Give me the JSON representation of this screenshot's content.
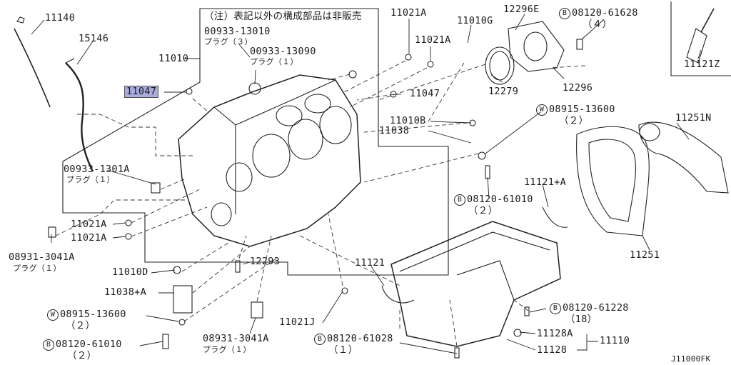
{
  "diagram_id": "J11000FK",
  "note_jp": "（注）表記以外の構成部品は非販売",
  "callouts": [
    {
      "id": "c11140",
      "part": "11140"
    },
    {
      "id": "c15146",
      "part": "15146"
    },
    {
      "id": "c11010",
      "part": "11010"
    },
    {
      "id": "c11047a",
      "part": "11047",
      "highlighted": true
    },
    {
      "id": "c093013010",
      "part": "00933-13010",
      "desc": "プラグ（３）"
    },
    {
      "id": "c093013090",
      "part": "00933-13090",
      "desc": "プラグ（１）"
    },
    {
      "id": "c11021a1",
      "part": "11021A"
    },
    {
      "id": "c11021a2",
      "part": "11021A"
    },
    {
      "id": "c11010g",
      "part": "11010G"
    },
    {
      "id": "c12296e",
      "part": "12296E"
    },
    {
      "id": "c0812061628",
      "part": "08120-61628",
      "prefix": "B",
      "qty": "（４）"
    },
    {
      "id": "c11121z",
      "part": "11121Z"
    },
    {
      "id": "c11047b",
      "part": "11047"
    },
    {
      "id": "c12279",
      "part": "12279"
    },
    {
      "id": "c12296",
      "part": "12296"
    },
    {
      "id": "c11010b",
      "part": "11010B"
    },
    {
      "id": "c11038",
      "part": "11038"
    },
    {
      "id": "c0891513600a",
      "part": "08915-13600",
      "prefix": "W",
      "qty": "（２）"
    },
    {
      "id": "c11251n",
      "part": "11251N"
    },
    {
      "id": "c0093313010a",
      "part": "00933-1301A",
      "desc": "プラグ（１）"
    },
    {
      "id": "c11121a",
      "part": "11121+A"
    },
    {
      "id": "c0812061010a",
      "part": "08120-61010",
      "prefix": "B",
      "qty": "（２）"
    },
    {
      "id": "c11021a3",
      "part": "11021A"
    },
    {
      "id": "c11021a4",
      "part": "11021A"
    },
    {
      "id": "c089313041a1",
      "part": "08931-3041A",
      "desc": "プラグ（１）"
    },
    {
      "id": "c12293",
      "part": "12293"
    },
    {
      "id": "c11121",
      "part": "11121"
    },
    {
      "id": "c11251",
      "part": "11251"
    },
    {
      "id": "c11010d",
      "part": "11010D"
    },
    {
      "id": "c11038a",
      "part": "11038+A"
    },
    {
      "id": "c0891513600b",
      "part": "08915-13600",
      "prefix": "W",
      "qty": "（２）"
    },
    {
      "id": "c11021j",
      "part": "11021J"
    },
    {
      "id": "c0812061228",
      "part": "08120-61228",
      "prefix": "B",
      "qty": "（18）"
    },
    {
      "id": "c089313041a2",
      "part": "08931-3041A",
      "desc": "プラグ（１）"
    },
    {
      "id": "c0812061028",
      "part": "08120-61028",
      "prefix": "B",
      "qty": "（１）"
    },
    {
      "id": "c11128a",
      "part": "11128A"
    },
    {
      "id": "c11110",
      "part": "11110"
    },
    {
      "id": "c11128",
      "part": "11128"
    },
    {
      "id": "c0812061010b",
      "part": "08120-61010",
      "prefix": "B",
      "qty": "（２）"
    }
  ]
}
